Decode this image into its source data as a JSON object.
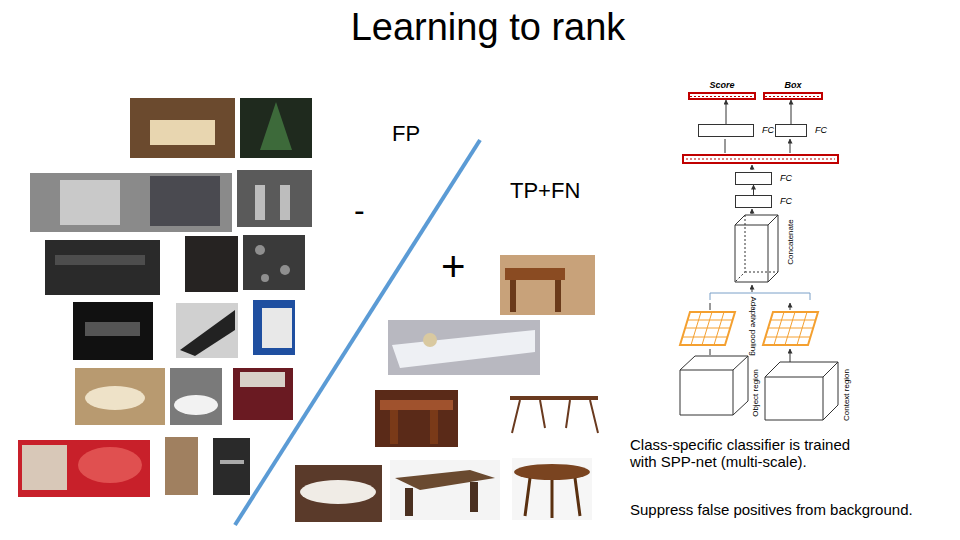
{
  "diagram": {
    "title": "Learning to rank",
    "nodes": [
      {
        "text": [
          "Score"
        ]
      },
      {
        "text": [
          "Box"
        ]
      },
      {
        "text": [
          "FC"
        ]
      },
      {
        "text": [
          "FC"
        ]
      },
      {
        "text": [
          "FC"
        ]
      },
      {
        "text": [
          "FC"
        ]
      }
    ],
    "edges": [
      {
        "from": 2,
        "to": 0,
        "arrow": "to"
      },
      {
        "from": 3,
        "to": 1,
        "arrow": "to"
      },
      {
        "from": 5,
        "to": 4,
        "arrow": "to"
      }
    ],
    "labels": [
      "FP",
      "-",
      "TP+FN",
      "+",
      "Concatenate",
      "Adaptive pooling",
      "Object region",
      "Context region",
      "Class-specific classifier is trained with SPP-net (multi-scale).",
      "Suppress false positives from background."
    ]
  }
}
